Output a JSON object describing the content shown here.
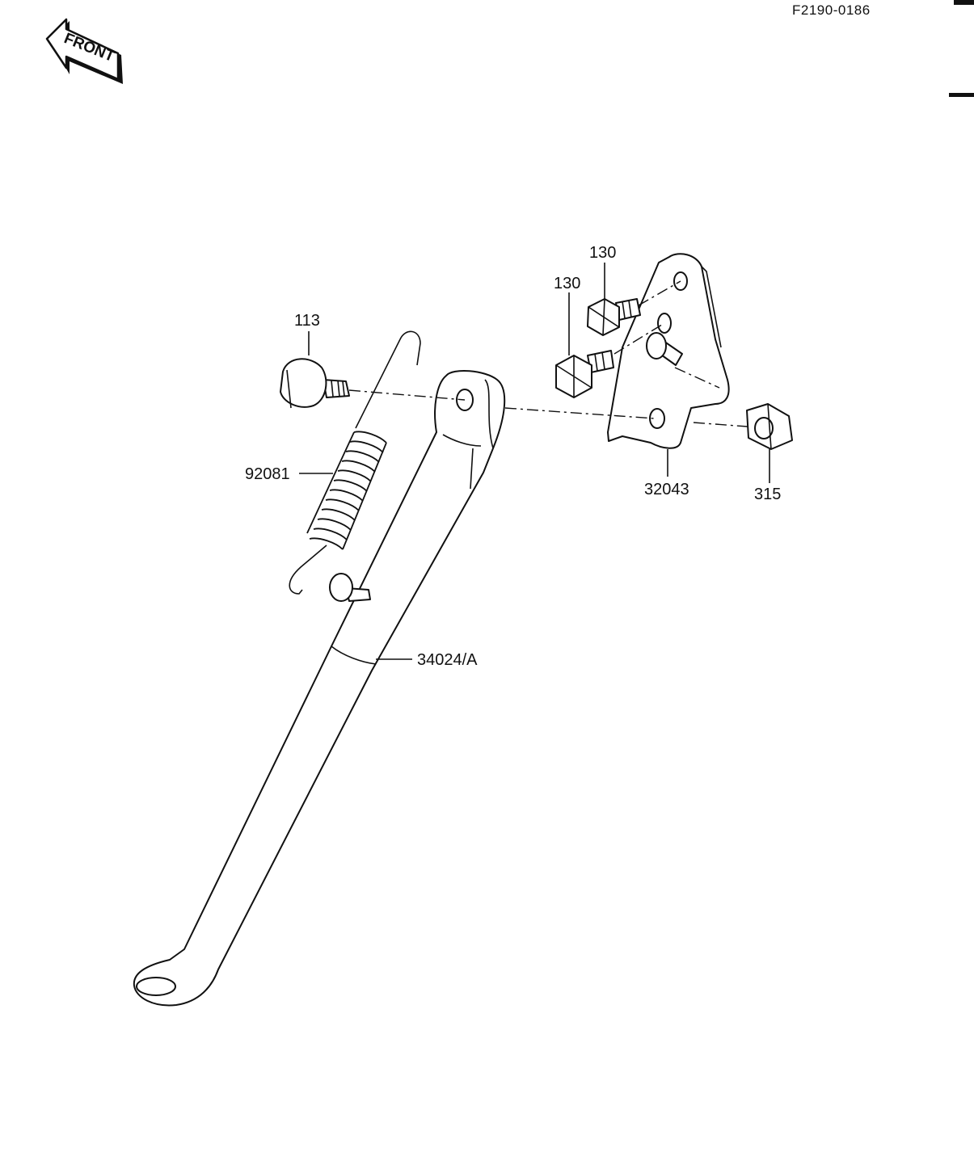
{
  "diagram": {
    "code": "F2190-0186",
    "front_label": "FRONT",
    "parts": [
      {
        "id": "p113",
        "label": "113"
      },
      {
        "id": "p130a",
        "label": "130"
      },
      {
        "id": "p130b",
        "label": "130"
      },
      {
        "id": "p92081",
        "label": "92081"
      },
      {
        "id": "p32043",
        "label": "32043"
      },
      {
        "id": "p315",
        "label": "315"
      },
      {
        "id": "p34024",
        "label": "34024/A"
      }
    ]
  }
}
